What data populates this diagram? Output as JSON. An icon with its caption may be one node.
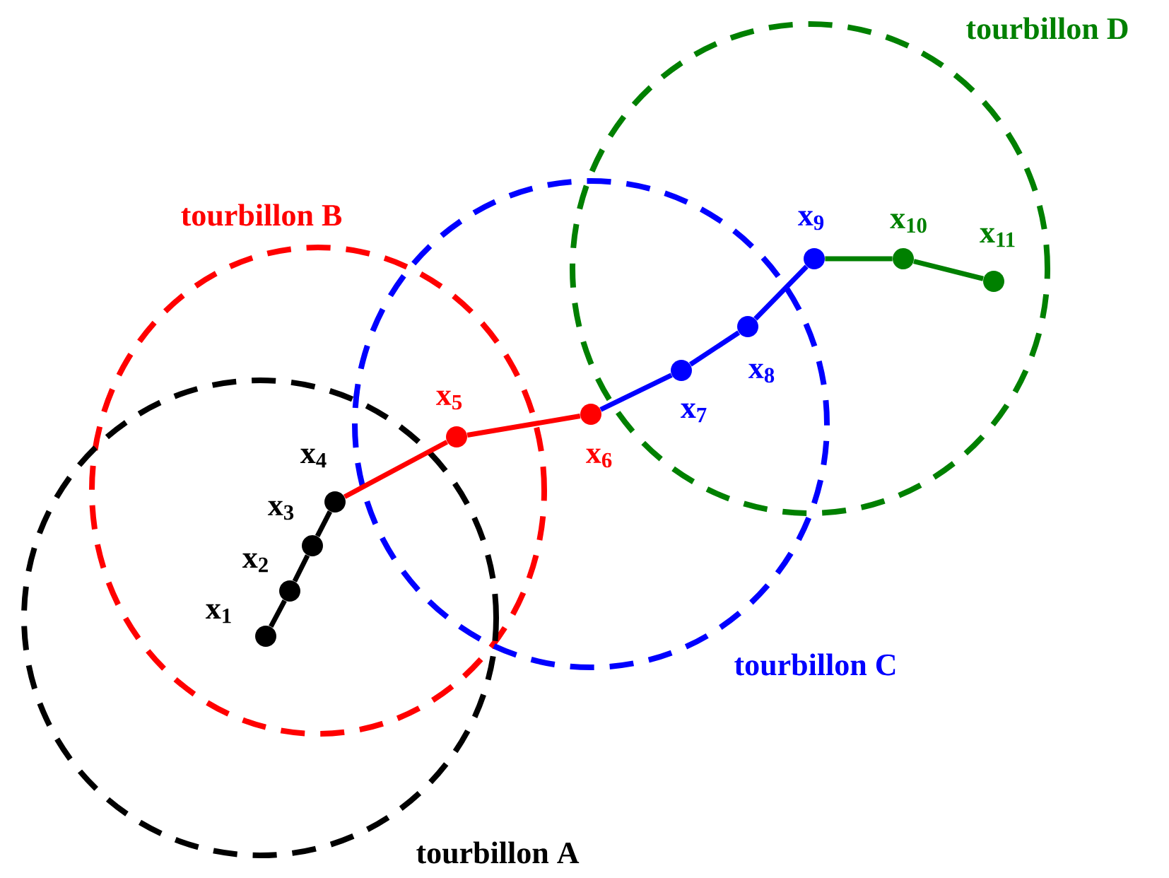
{
  "diagram": {
    "nodes": [
      {
        "text": [],
        "shape": "circle",
        "beside": [
          "x$_{1}$"
        ]
      },
      {
        "text": [],
        "shape": "circle",
        "beside": [
          "x$_{2}$"
        ]
      },
      {
        "text": [],
        "shape": "circle",
        "beside": [
          "x$_{3}$"
        ]
      },
      {
        "text": [],
        "shape": "circle",
        "beside": [
          "x$_{4}$"
        ]
      },
      {
        "text": [],
        "shape": "circle",
        "beside": [
          "x$_{5}$"
        ]
      },
      {
        "text": [],
        "shape": "circle",
        "beside": [
          "x$_{6}$"
        ]
      },
      {
        "text": [],
        "shape": "circle",
        "beside": [
          "x$_{7}$"
        ]
      },
      {
        "text": [],
        "shape": "circle",
        "beside": [
          "x$_{8}$"
        ]
      },
      {
        "text": [],
        "shape": "circle",
        "beside": [
          "x$_{9}$"
        ]
      },
      {
        "text": [],
        "shape": "circle",
        "beside": [
          "x$_{10}$"
        ]
      },
      {
        "text": [],
        "shape": "circle",
        "beside": [
          "x$_{11}$"
        ]
      }
    ],
    "edges": [
      {
        "from": 0,
        "to": 1,
        "arrow": "none",
        "color": "#000000"
      },
      {
        "from": 1,
        "to": 2,
        "arrow": "none",
        "color": "#000000"
      },
      {
        "from": 2,
        "to": 3,
        "arrow": "none",
        "color": "#000000"
      },
      {
        "from": 3,
        "to": 4,
        "arrow": "none",
        "color": "#ff0000"
      },
      {
        "from": 4,
        "to": 5,
        "arrow": "none",
        "color": "#ff0000"
      },
      {
        "from": 5,
        "to": 6,
        "arrow": "none",
        "color": "#0000ff"
      },
      {
        "from": 6,
        "to": 7,
        "arrow": "none",
        "color": "#0000ff"
      },
      {
        "from": 7,
        "to": 8,
        "arrow": "none",
        "color": "#0000ff"
      },
      {
        "from": 8,
        "to": 9,
        "arrow": "none",
        "color": "#008000"
      },
      {
        "from": 9,
        "to": 10,
        "arrow": "none",
        "color": "#008000"
      }
    ],
    "labels": [
      "tourbillon D",
      "tourbillon B",
      "tourbillon C",
      "tourbillon A"
    ]
  }
}
